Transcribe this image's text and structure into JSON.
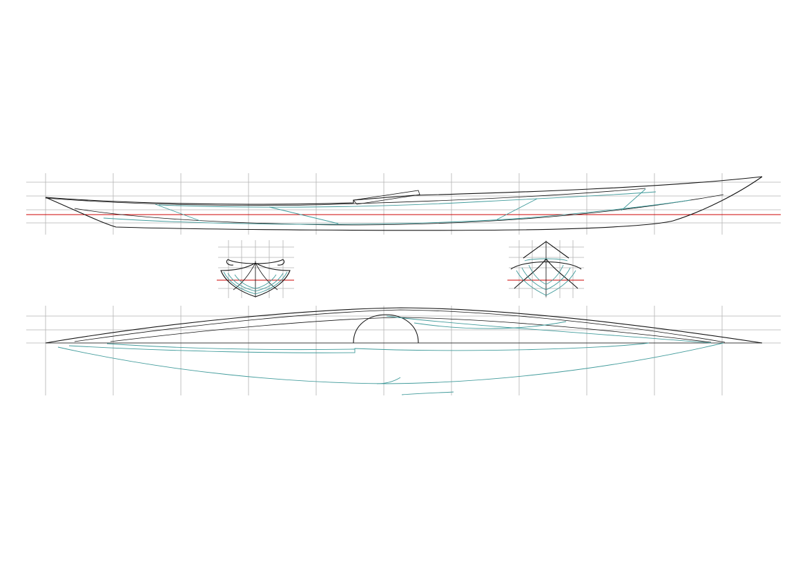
{
  "drawing": {
    "views": [
      "profile",
      "body-plan-aft",
      "body-plan-fwd",
      "half-breadth"
    ],
    "colors": {
      "background": "#ffffff",
      "grid": "#b3b3b3",
      "waterline": "#cc0000",
      "hull_outline": "#111111",
      "hull_lines": "#3f9a9a"
    },
    "grid": true
  }
}
